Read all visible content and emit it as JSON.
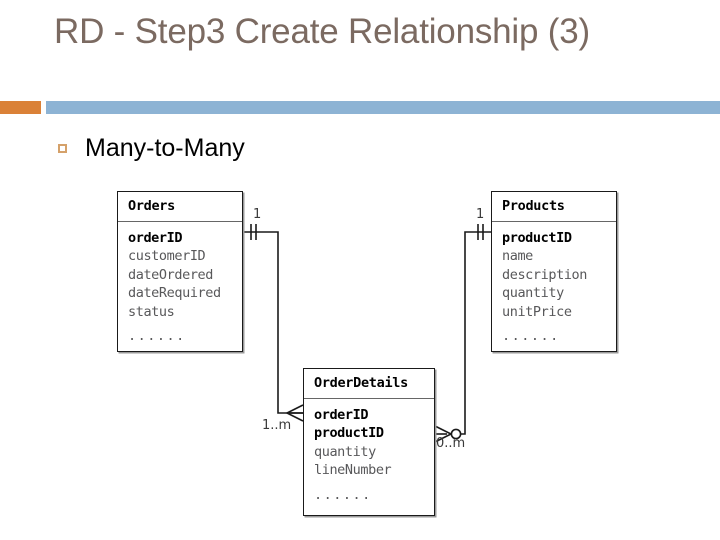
{
  "slide": {
    "title": "RD - Step3 Create Relationship (3)",
    "bullet": {
      "marker": "hollow-square-bullet",
      "text": "Many-to-Many"
    },
    "colors": {
      "title_text": "#7b6a61",
      "divider_bar": "#8db3d4",
      "divider_accent": "#da8137",
      "bullet_marker": "#d5a16a",
      "body_text": "#000000",
      "entity_border": "#1a1a1a",
      "attribute_text": "#58585a"
    }
  },
  "diagram": {
    "type": "er-diagram",
    "notation": "crow's foot",
    "entities": [
      {
        "id": "orders",
        "name": "Orders",
        "attributes": [
          {
            "label": "orderID",
            "key": true
          },
          {
            "label": "customerID",
            "key": false
          },
          {
            "label": "dateOrdered",
            "key": false
          },
          {
            "label": "dateRequired",
            "key": false
          },
          {
            "label": "status",
            "key": false
          },
          {
            "label": "......",
            "key": false,
            "ellipsis": true
          }
        ]
      },
      {
        "id": "products",
        "name": "Products",
        "attributes": [
          {
            "label": "productID",
            "key": true
          },
          {
            "label": "name",
            "key": false
          },
          {
            "label": "description",
            "key": false
          },
          {
            "label": "quantity",
            "key": false
          },
          {
            "label": "unitPrice",
            "key": false
          },
          {
            "label": "......",
            "key": false,
            "ellipsis": true
          }
        ]
      },
      {
        "id": "orderdetails",
        "name": "OrderDetails",
        "attributes": [
          {
            "label": "orderID",
            "key": true
          },
          {
            "label": "productID",
            "key": true
          },
          {
            "label": "quantity",
            "key": false
          },
          {
            "label": "lineNumber",
            "key": false
          },
          {
            "label": "......",
            "key": false,
            "ellipsis": true
          }
        ]
      }
    ],
    "relationships": [
      {
        "id": "orders-orderdetails",
        "from": "orders",
        "to": "orderdetails",
        "from_cardinality": "1",
        "to_cardinality": "1..m",
        "from_symbol": "one-mandatory",
        "to_symbol": "many"
      },
      {
        "id": "products-orderdetails",
        "from": "products",
        "to": "orderdetails",
        "from_cardinality": "1",
        "to_cardinality": "0..m",
        "from_symbol": "one-mandatory",
        "to_symbol": "zero-or-many"
      }
    ]
  }
}
